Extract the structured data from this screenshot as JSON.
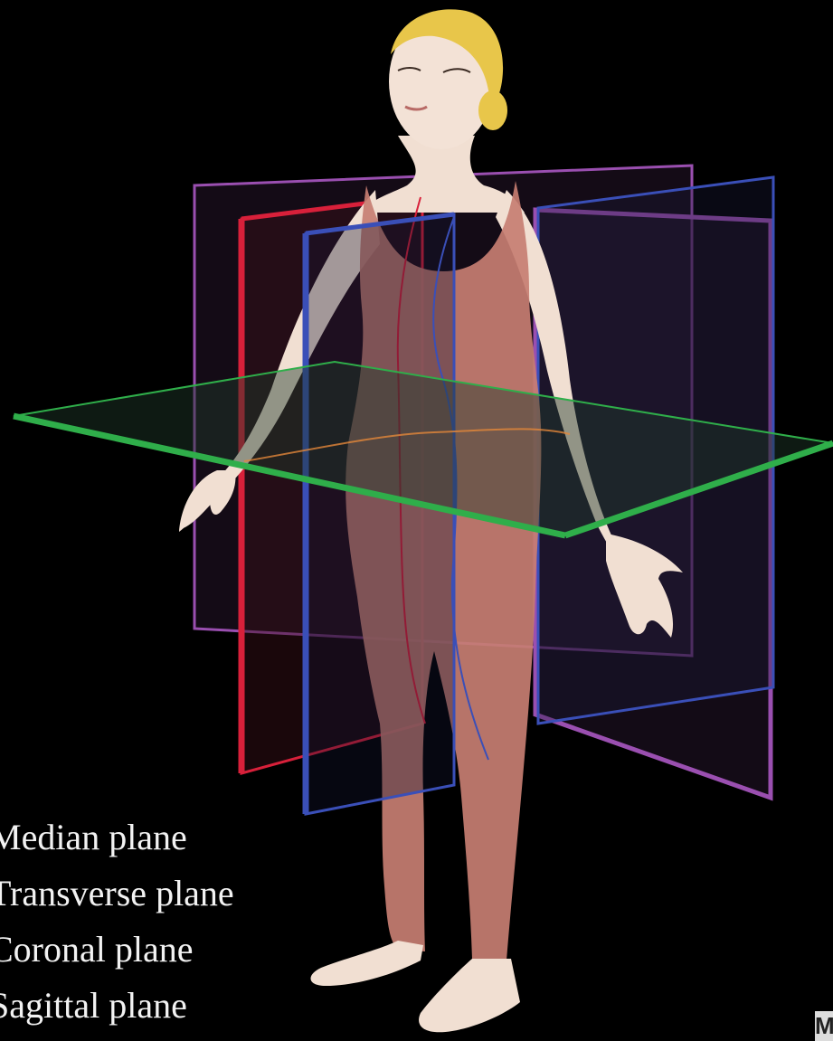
{
  "legend": {
    "median": "Median plane",
    "transverse": "Transverse plane",
    "coronal": "Coronal plane",
    "sagittal": "Sagittal plane"
  },
  "colors": {
    "background": "#000000",
    "median_plane": "#d8203a",
    "transverse_plane": "#2fae4a",
    "coronal_plane": "#9a4fb0",
    "sagittal_plane": "#3a4fb8",
    "bodysuit": "#c77e72",
    "skin": "#f1dfd2",
    "hair": "#e8c64a"
  },
  "corner_mark": "M"
}
